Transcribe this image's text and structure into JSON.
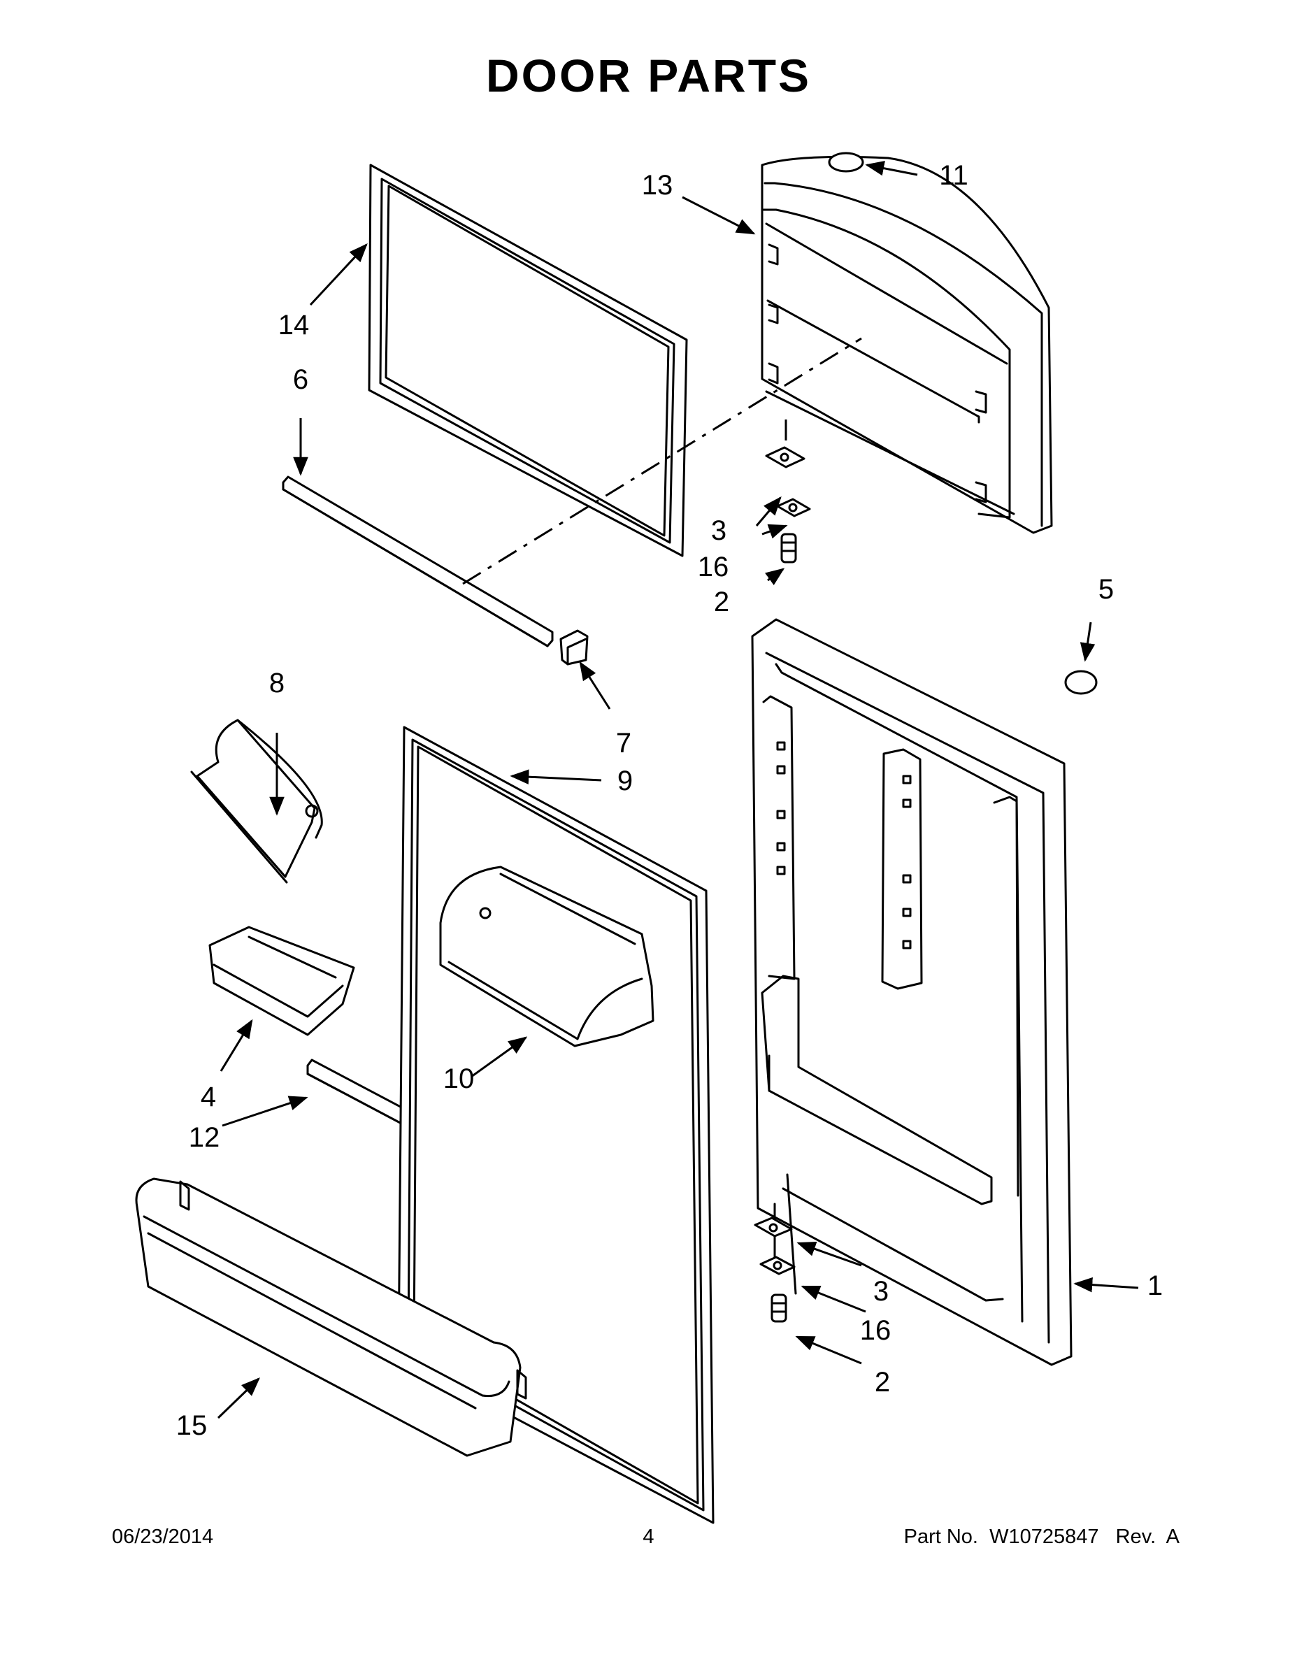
{
  "title": "DOOR PARTS",
  "labels": {
    "p1": "1",
    "p2_upper": "2",
    "p2_lower": "2",
    "p3_upper": "3",
    "p3_lower": "3",
    "p4": "4",
    "p5": "5",
    "p6": "6",
    "p7": "7",
    "p8": "8",
    "p9": "9",
    "p10": "10",
    "p11": "11",
    "p12": "12",
    "p13": "13",
    "p14": "14",
    "p15": "15",
    "p16_upper": "16",
    "p16_lower": "16"
  },
  "footer": {
    "date": "06/23/2014",
    "page": "4",
    "part": "Part No.  W10725847   Rev.  A"
  }
}
